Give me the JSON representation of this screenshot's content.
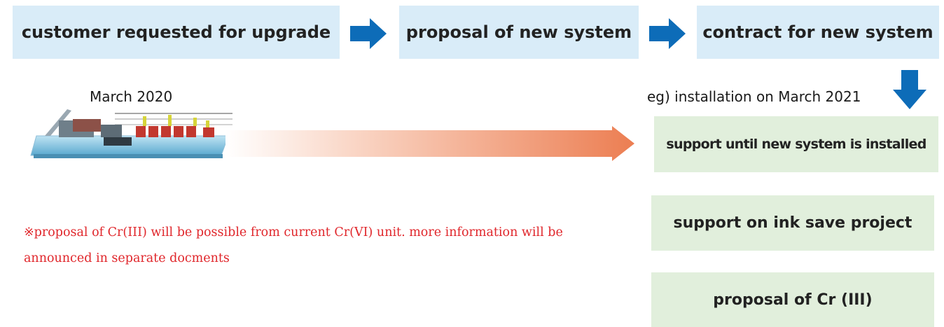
{
  "steps": [
    "customer requested for upgrade",
    "proposal of new system",
    "contract for new system"
  ],
  "start_date": "March 2020",
  "install_example": "eg) installation on March 2021",
  "support_items": [
    "support until new system is installed",
    "support on ink save project",
    "proposal of Cr (III)"
  ],
  "note": "※proposal of Cr(III) will be possible from current Cr(VI) unit. more information will be announced in separate docments",
  "colors": {
    "step_box": "#d9ecf8",
    "support_box": "#e1efdc",
    "blue_arrow": "#0d6cb8",
    "timeline_arrow": "#ec7e52",
    "note_text": "#e0262b"
  }
}
